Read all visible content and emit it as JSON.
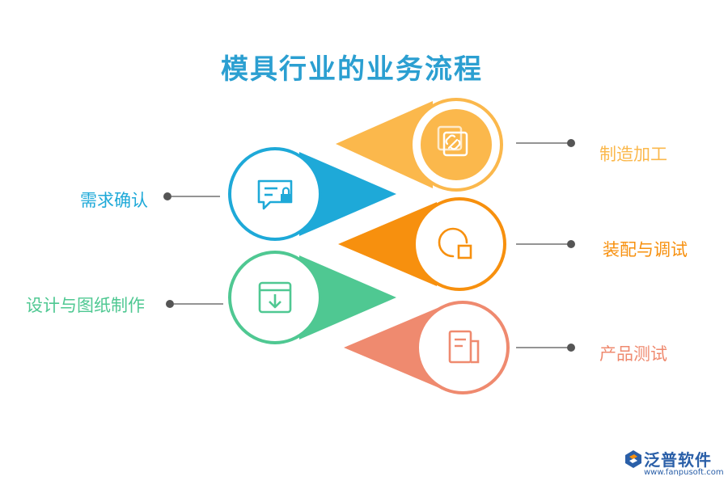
{
  "title": "模具行业的业务流程",
  "steps": [
    {
      "label": "需求确认",
      "color": "#1ea9d8",
      "icon": "chat-lock-icon"
    },
    {
      "label": "制造加工",
      "color": "#fbb84c",
      "icon": "link-icon"
    },
    {
      "label": "装配与调试",
      "color": "#f7900e",
      "icon": "chart-box-icon"
    },
    {
      "label": "设计与图纸制作",
      "color": "#4fc892",
      "icon": "archive-download-icon"
    },
    {
      "label": "产品测试",
      "color": "#ef8a6f",
      "icon": "document-icon"
    }
  ],
  "logo": {
    "name": "泛普软件",
    "url": "www.fanpusoft.com"
  }
}
